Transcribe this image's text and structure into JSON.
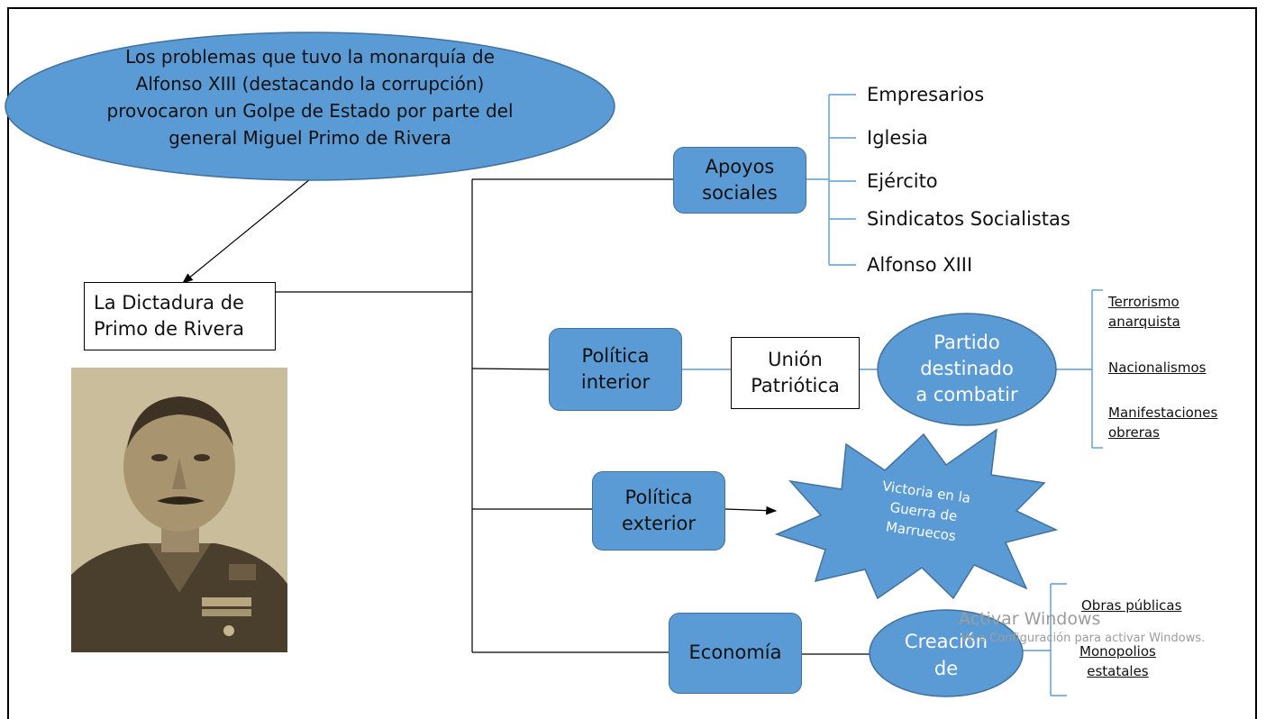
{
  "main_idea": "Los problemas que tuvo la monarquía de Alfonso XIII (destacando la corrupción) provocaron un Golpe de Estado por parte del general Miguel Primo de Rivera",
  "main_idea_lines": [
    "Los problemas que tuvo la monarquía de",
    "Alfonso XIII (destacando la corrupción)",
    "provocaron un Golpe de Estado por parte del",
    "general Miguel Primo de Rivera"
  ],
  "title_lines": [
    "La Dictadura de",
    "Primo de Rivera"
  ],
  "branches": {
    "apoyos": {
      "label_lines": [
        "Apoyos",
        "sociales"
      ],
      "items": [
        "Empresarios",
        "Iglesia",
        "Ejército",
        "Sindicatos Socialistas",
        "Alfonso XIII"
      ]
    },
    "interior": {
      "label_lines": [
        "Política",
        "interior"
      ],
      "union_lines": [
        "Unión",
        "Patriótica"
      ],
      "partido_lines": [
        "Partido",
        "destinado",
        "a combatir"
      ],
      "targets": [
        [
          "Terrorismo",
          "anarquista"
        ],
        [
          "Nacionalismos"
        ],
        [
          "Manifestaciones",
          "obreras"
        ]
      ]
    },
    "exterior": {
      "label_lines": [
        "Política",
        "exterior"
      ],
      "victoria_lines": [
        "Victoria en la",
        "Guerra de",
        "Marruecos"
      ]
    },
    "economia": {
      "label": "Economía",
      "creacion_lines": [
        "Creación",
        "de"
      ],
      "items": [
        [
          "Obras públicas"
        ],
        [
          "Monopolios",
          "estatales"
        ]
      ]
    }
  },
  "watermark": {
    "line1": "Activar Windows",
    "line2": "Ve a Configuración para activar Windows."
  },
  "colors": {
    "shape_fill": "#5b9bd5",
    "shape_border": "#41719c",
    "connector_blue": "#5b9bd5"
  }
}
